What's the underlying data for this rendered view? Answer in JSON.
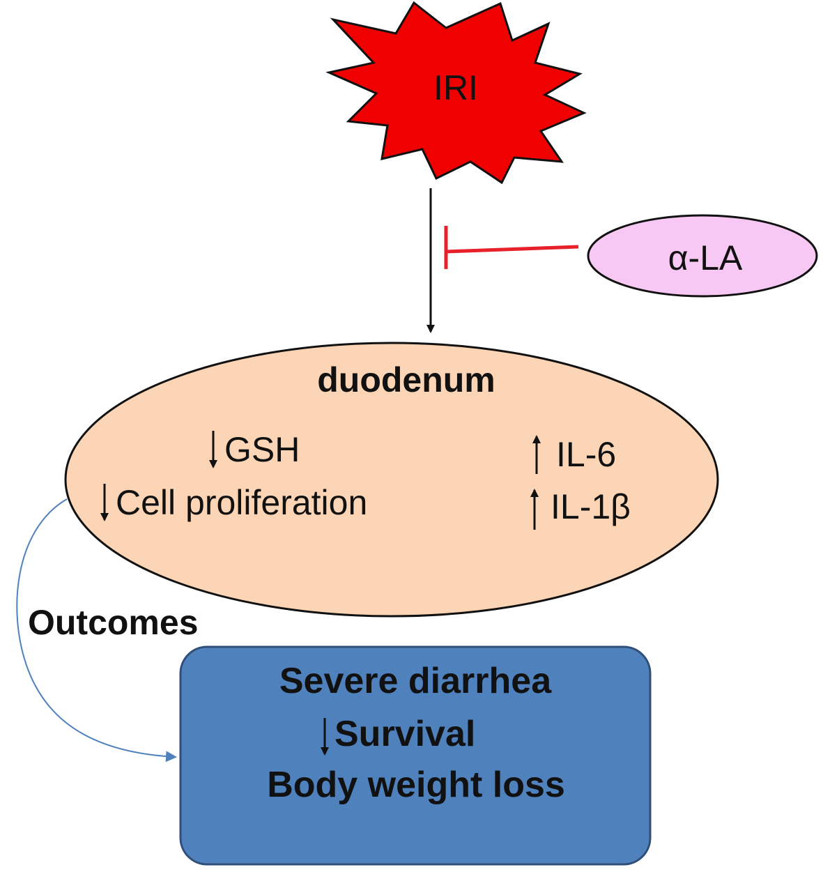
{
  "trigger": {
    "label": "IRI",
    "color": "#f00000"
  },
  "inhibitor": {
    "label": "α-LA",
    "color": "#f8c8f4"
  },
  "target": {
    "title": "duodenum",
    "color": "#fbd5b5",
    "decreased": [
      "GSH",
      "Cell proliferation"
    ],
    "increased": [
      "IL-6",
      "IL-1β"
    ]
  },
  "outcomes": {
    "label": "Outcomes",
    "box_color": "#4f81bd",
    "items": [
      {
        "arrow": "",
        "text": "Severe diarrhea"
      },
      {
        "arrow": "down",
        "text": "Survival"
      },
      {
        "arrow": "",
        "text": "Body weight loss"
      }
    ]
  },
  "colors": {
    "inhibition_line": "#e8202a",
    "outcome_arrow": "#4f81bd",
    "arrow": "#111111"
  }
}
